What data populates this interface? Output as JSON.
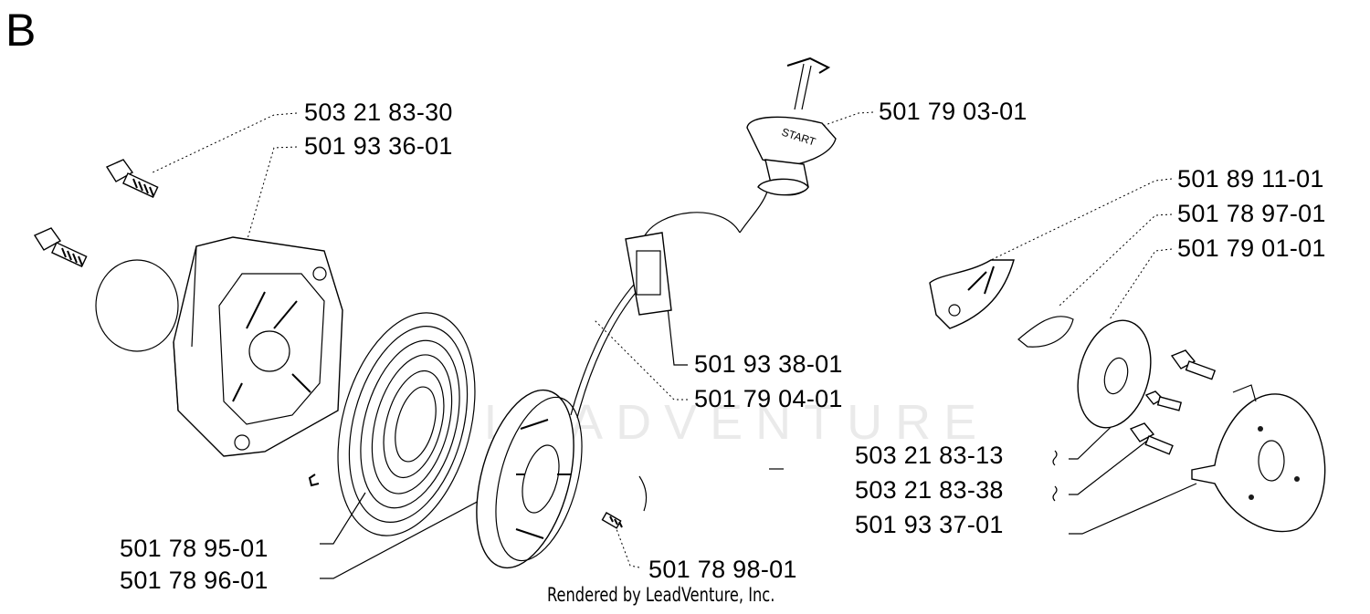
{
  "section_letter": "B",
  "watermark": "LEADVENTURE",
  "credit": "Rendered by LeadVenture, Inc.",
  "labels": {
    "p_503218330": "503 21 83-30",
    "p_501933601": "501 93 36-01",
    "p_501790301": "501 79 03-01",
    "p_501891101": "501 89 11-01",
    "p_501789701": "501 78 97-01",
    "p_501790101": "501 79 01-01",
    "p_501933801": "501 93 38-01",
    "p_501790401": "501 79 04-01",
    "p_503218313": "503 21 83-13",
    "p_503218338": "503 21 83-38",
    "p_501933701": "501 93 37-01",
    "p_501789501": "501 78 95-01",
    "p_501789601": "501 78 96-01",
    "p_501789801": "501 78 98-01"
  },
  "handle_text": "START"
}
